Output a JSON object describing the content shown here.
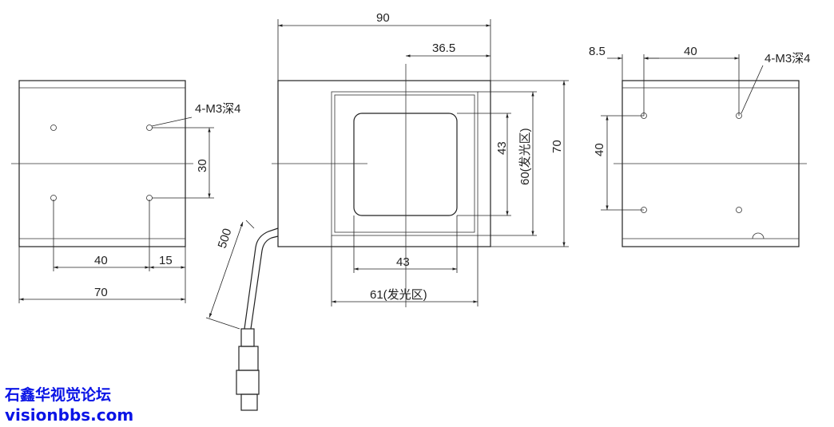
{
  "left_view": {
    "hole_label": "4-M3深4",
    "dim_vertical": "30",
    "dim_hole_spacing": "40",
    "dim_edge": "15",
    "dim_width": "70"
  },
  "front_view": {
    "dim_width": "90",
    "dim_offset": "36.5",
    "dim_inner_h": "43",
    "dim_emit_h": "60(发光区)",
    "dim_height": "70",
    "dim_inner_w": "43",
    "dim_emit_w": "61(发光区)",
    "cable_length": "500"
  },
  "right_view": {
    "dim_edge": "8.5",
    "dim_hole_spacing": "40",
    "dim_vertical": "40",
    "hole_label": "4-M3深4"
  },
  "watermark": {
    "line1": "石鑫华视觉论坛",
    "line2": "visionbbs.com"
  }
}
